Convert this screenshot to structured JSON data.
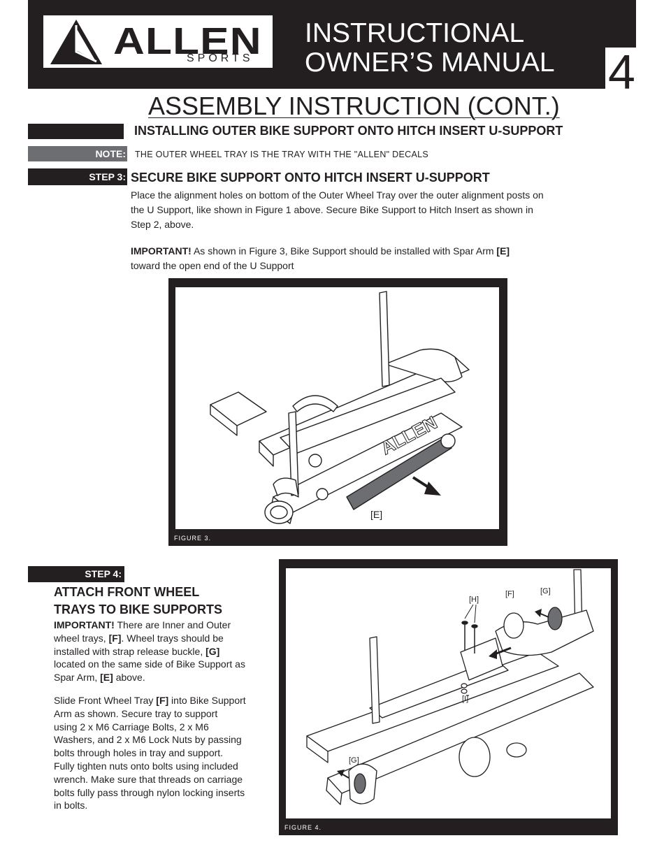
{
  "header": {
    "brand": "ALLEN",
    "brand_sub": "SPORTS",
    "reg_mark": "®",
    "title_line1": "INSTRUCTIONAL",
    "title_line2": "OWNER’S MANUAL",
    "page_number": "4"
  },
  "section_title": "ASSEMBLY INSTRUCTION (CONT.)",
  "sub_heading": "INSTALLING OUTER BIKE SUPPORT ONTO HITCH INSERT U-SUPPORT",
  "note": {
    "label": "NOTE:",
    "text": "THE OUTER WHEEL TRAY IS THE TRAY WITH THE \"ALLEN\" DECALS"
  },
  "step3": {
    "label": "STEP 3:",
    "heading": "SECURE BIKE SUPPORT ONTO HITCH INSERT U-SUPPORT",
    "para1_lines": [
      "Place the alignment holes on bottom of the Outer Wheel Tray over the outer alignment posts on",
      "the U Support, like shown in Figure 1 above.  Secure Bike Support to Hitch Insert as shown in",
      "Step 2, above."
    ],
    "important_label": "IMPORTANT!",
    "important_text_a": "  As shown in Figure 3, Bike Support should be installed with Spar Arm ",
    "important_ref": "[E]",
    "important_text_b": "toward the open end of the U Support"
  },
  "figure3": {
    "caption": "FIGURE 3.",
    "callout_e": "[E]",
    "decal_text": "ALLEN"
  },
  "step4": {
    "label": "STEP 4:",
    "heading_line1": "ATTACH FRONT WHEEL",
    "heading_line2": "TRAYS TO BIKE SUPPORTS",
    "important_label": "IMPORTANT!",
    "imp_line1": "  There are Inner and Outer",
    "imp_line2a": "wheel trays, ",
    "ref_f": "[F]",
    "imp_line2b": ".  Wheel trays should be",
    "imp_line3a": "installed with strap release buckle, ",
    "ref_g": "[G]",
    "imp_line4": "located on the same side of Bike Support as",
    "imp_line5a": "Spar Arm, ",
    "ref_e": "[E]",
    "imp_line5b": " above.",
    "slide_line1a": "Slide Front Wheel Tray ",
    "slide_ref_f": "[F]",
    "slide_line1b": " into Bike Support",
    "slide_lines": [
      "Arm as shown.  Secure tray to support",
      "using 2 x M6 Carriage Bolts, 2 x M6",
      "Washers, and 2 x M6 Lock Nuts by passing",
      "bolts through holes in tray and support.",
      "Fully tighten nuts onto bolts using included",
      "wrench.  Make sure that threads on carriage",
      "bolts fully pass through nylon locking inserts",
      "in bolts."
    ]
  },
  "figure4": {
    "caption": "FIGURE 4.",
    "callout_h": "[H]",
    "callout_f": "[F]",
    "callout_g_top": "[G]",
    "callout_i": "[I]",
    "callout_g_bottom": "[G]"
  }
}
